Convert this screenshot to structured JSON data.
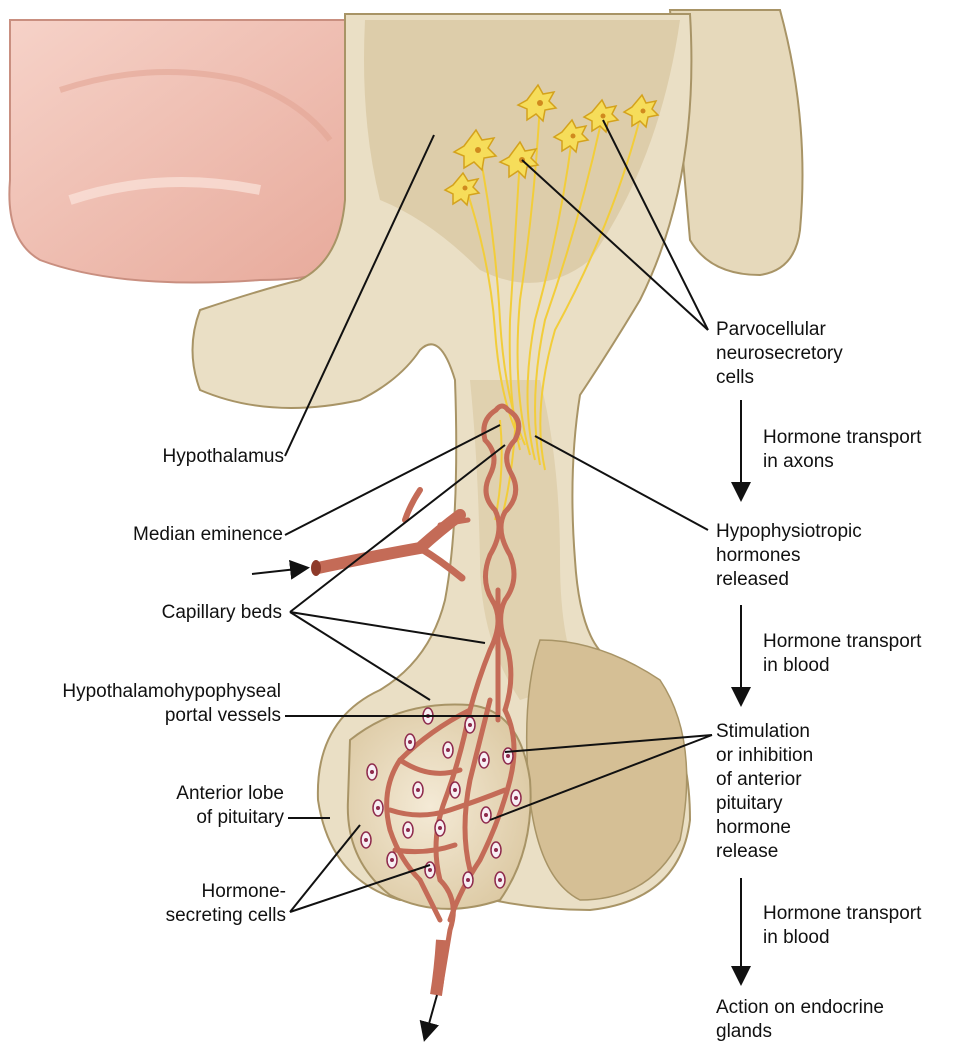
{
  "labels": {
    "hypothalamus": "Hypothalamus",
    "median_eminence": "Median eminence",
    "capillary_beds": "Capillary beds",
    "portal_vessels": "Hypothalamohypophyseal\nportal vessels",
    "anterior_lobe": "Anterior lobe\nof pituitary",
    "hormone_secreting_cells": "Hormone-\nsecreting cells",
    "parvocellular": "Parvocellular\nneurosecretory\ncells",
    "transport_axons": "Hormone transport\nin axons",
    "hypophysiotropic": "Hypophysiotropic\nhormones\nreleased",
    "transport_blood_1": "Hormone transport\nin blood",
    "stimulation": "Stimulation\nor inhibition\nof anterior\npituitary\nhormone\nrelease",
    "transport_blood_2": "Hormone transport\nin blood",
    "action": "Action on endocrine\nglands"
  },
  "colors": {
    "brain_pink": "#f2c6bb",
    "tissue_tan": "#e8dcc0",
    "tissue_dark": "#d4c29c",
    "vessel": "#c97360",
    "axon": "#f5d54a",
    "cell_nucleus": "#8e2a4c"
  }
}
